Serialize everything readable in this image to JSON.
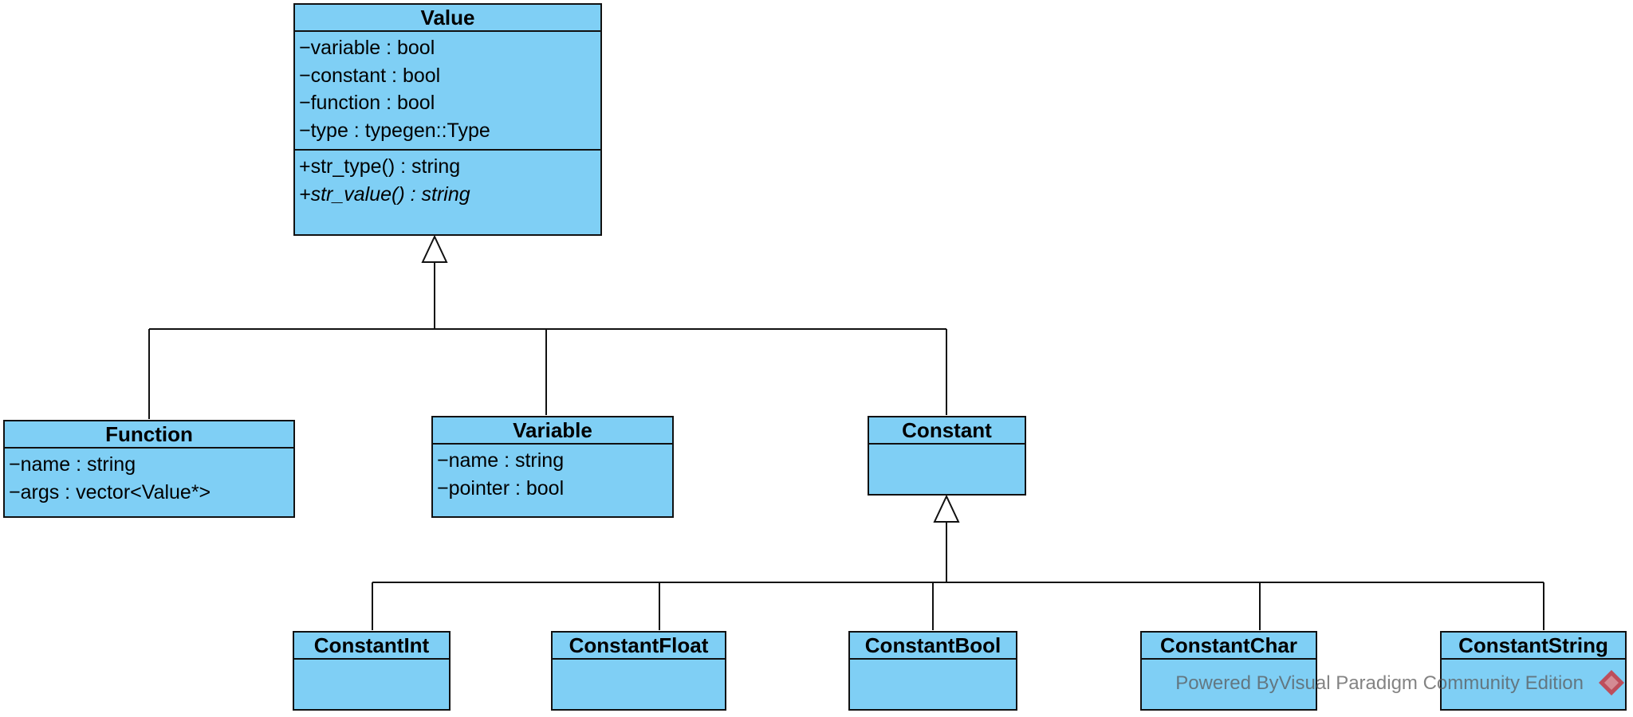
{
  "diagram": {
    "classes": [
      {
        "id": "value",
        "name": "Value",
        "attributes": [
          "−variable : bool",
          "−constant : bool",
          "−function : bool",
          "−type : typegen::Type"
        ],
        "operations": [
          {
            "text": "+str_type() : string",
            "abstract": false
          },
          {
            "text": "+str_value() : string",
            "abstract": true
          }
        ]
      },
      {
        "id": "function",
        "name": "Function",
        "attributes": [
          "−name : string",
          "−args : vector<Value*>"
        ],
        "operations": null
      },
      {
        "id": "variable",
        "name": "Variable",
        "attributes": [
          "−name : string",
          "−pointer : bool"
        ],
        "operations": null
      },
      {
        "id": "constant",
        "name": "Constant",
        "attributes": [],
        "operations": null
      },
      {
        "id": "constantint",
        "name": "ConstantInt",
        "attributes": [],
        "operations": null
      },
      {
        "id": "constantfloat",
        "name": "ConstantFloat",
        "attributes": [],
        "operations": null
      },
      {
        "id": "constantbool",
        "name": "ConstantBool",
        "attributes": [],
        "operations": null
      },
      {
        "id": "constantchar",
        "name": "ConstantChar",
        "attributes": [],
        "operations": null
      },
      {
        "id": "constantstring",
        "name": "ConstantString",
        "attributes": [],
        "operations": null
      }
    ],
    "generalizations": [
      {
        "parent": "value",
        "children": [
          "function",
          "variable",
          "constant"
        ]
      },
      {
        "parent": "constant",
        "children": [
          "constantint",
          "constantfloat",
          "constantbool",
          "constantchar",
          "constantstring"
        ]
      }
    ]
  },
  "watermark": {
    "text": "Powered ByVisual Paradigm Community Edition",
    "logo_color": "#c8373f"
  },
  "colors": {
    "class_fill": "#7fcff5",
    "stroke": "#111111"
  }
}
